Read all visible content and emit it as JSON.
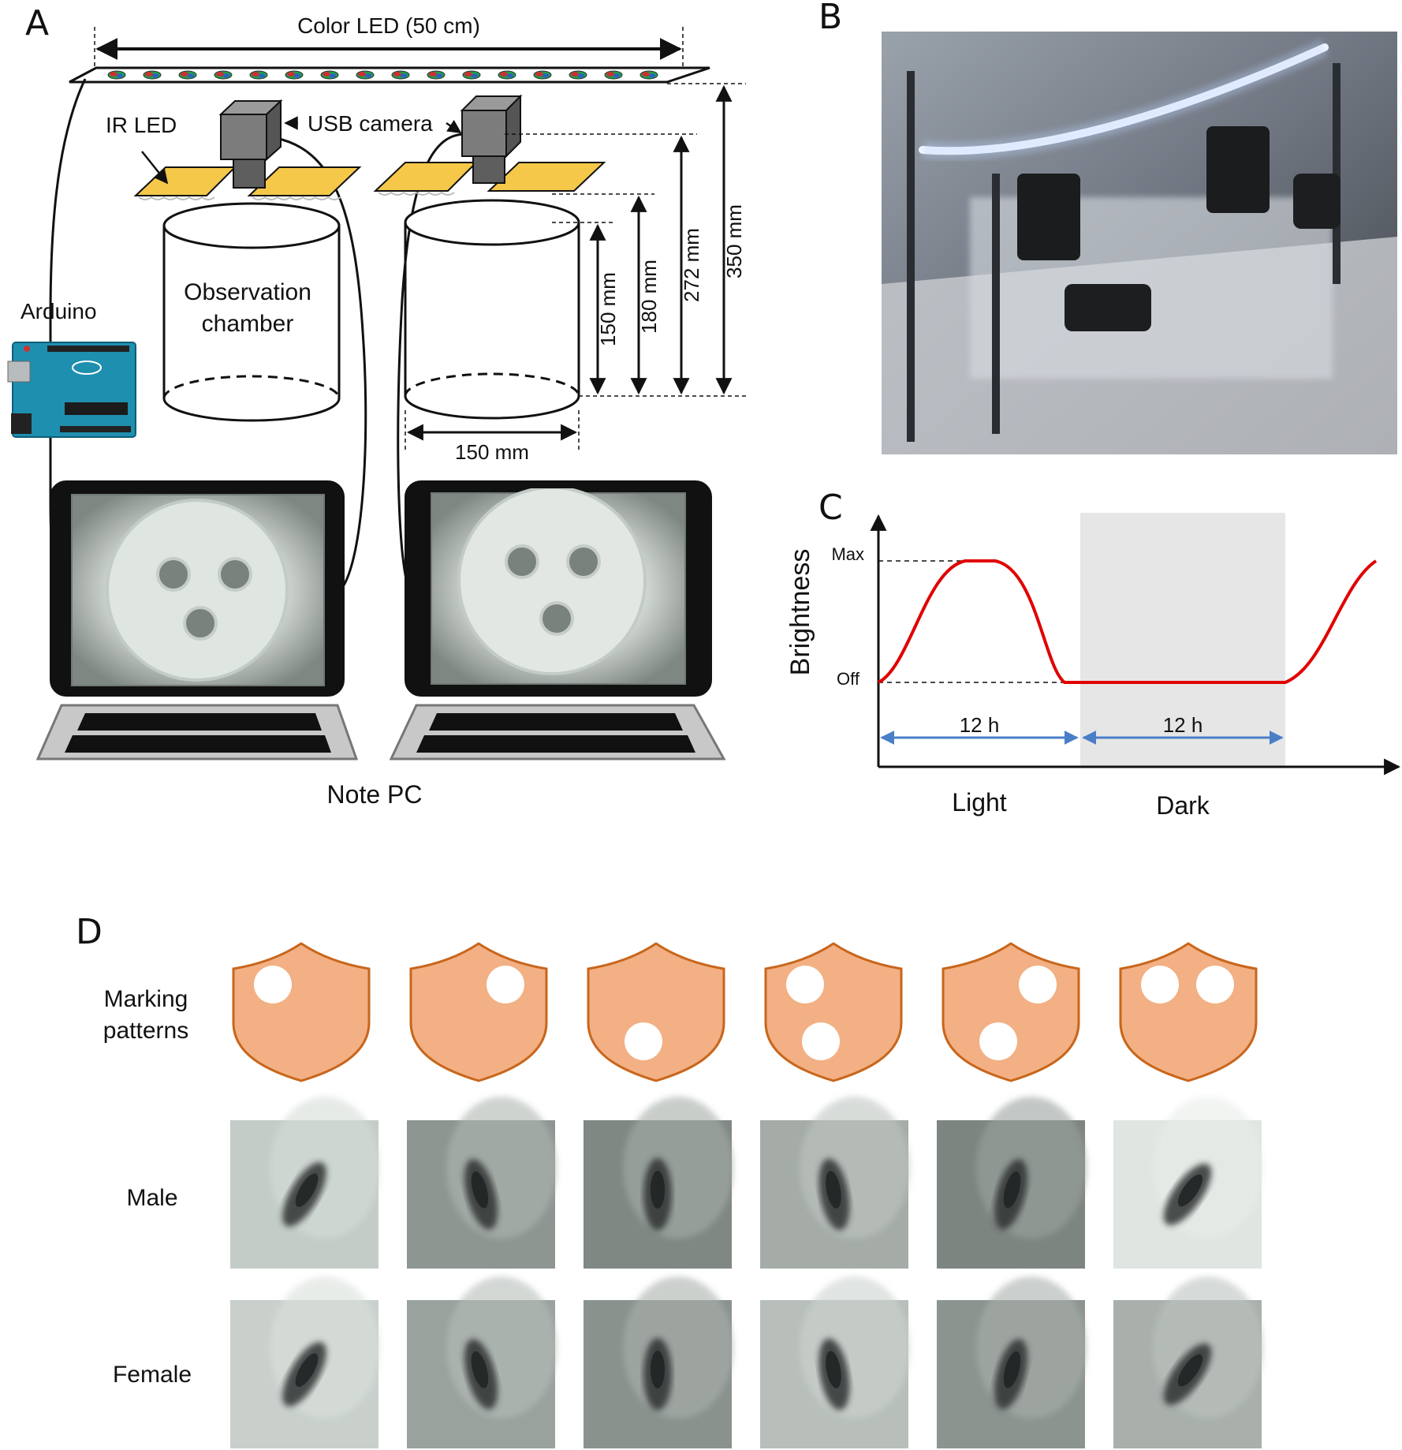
{
  "panels": {
    "a": "A",
    "b": "B",
    "c": "C",
    "d": "D"
  },
  "a": {
    "led_strip": "Color LED (50 cm)",
    "ir_led": "IR LED",
    "usb_camera": "USB camera",
    "arduino": "Arduino",
    "chamber_line1": "Observation",
    "chamber_line2": "chamber",
    "width": "150 mm",
    "dims": [
      "150 mm",
      "180 mm",
      "272 mm",
      "350 mm"
    ],
    "note_pc": "Note PC"
  },
  "c": {
    "ylabel": "Brightness",
    "max": "Max",
    "off": "Off",
    "light_dur": "12 h",
    "dark_dur": "12 h",
    "light": "Light",
    "dark": "Dark",
    "line_color": "#e00000",
    "arrow_color": "#4a7fc8"
  },
  "d": {
    "row_marking_line1": "Marking",
    "row_marking_line2": "patterns",
    "row_male": "Male",
    "row_female": "Female",
    "shield_color": "#f2b084",
    "shield_stroke": "#c8661c"
  }
}
